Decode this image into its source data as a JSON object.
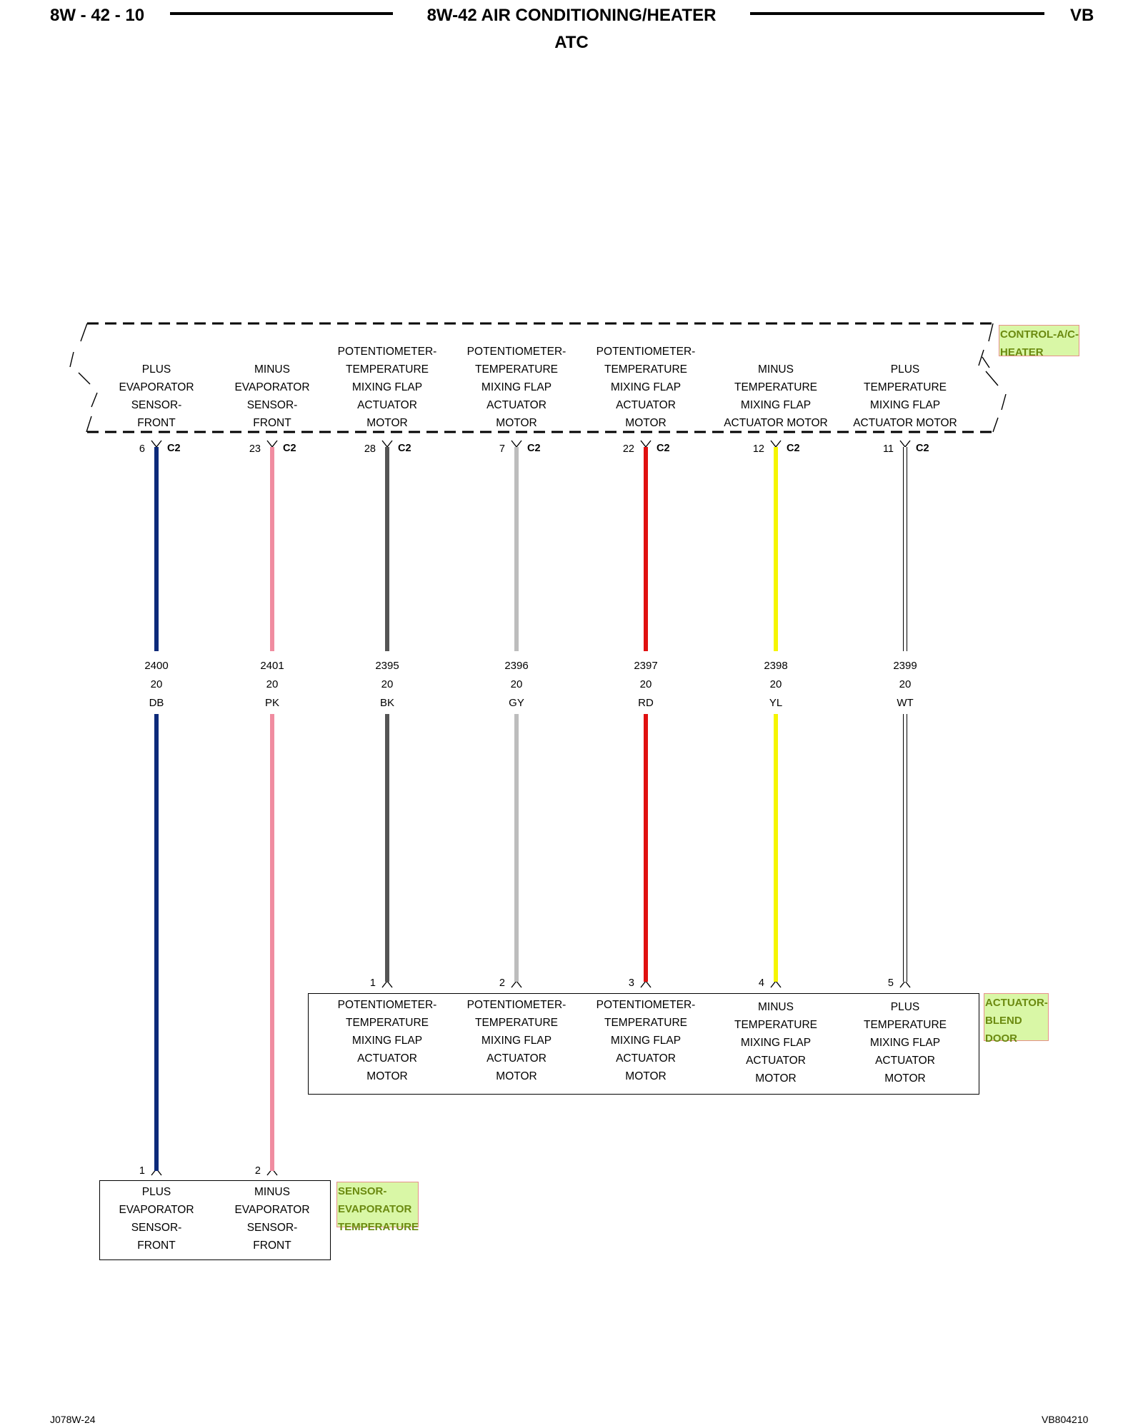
{
  "header": {
    "page_number": "8W - 42 - 10",
    "title": "8W-42 AIR CONDITIONING/HEATER",
    "subtitle": "ATC",
    "corner": "VB"
  },
  "footer": {
    "left": "J078W-24",
    "right": "VB804210"
  },
  "modules": {
    "control": {
      "tag": "CONTROL-A/C-\nHEATER",
      "connector": "C2",
      "pins": [
        {
          "pin": "6",
          "label": "PLUS\nEVAPORATOR\nSENSOR-\nFRONT"
        },
        {
          "pin": "23",
          "label": "MINUS\nEVAPORATOR\nSENSOR-\nFRONT"
        },
        {
          "pin": "28",
          "label": "POTENTIOMETER-\nTEMPERATURE\nMIXING FLAP\nACTUATOR\nMOTOR"
        },
        {
          "pin": "7",
          "label": "POTENTIOMETER-\nTEMPERATURE\nMIXING FLAP\nACTUATOR\nMOTOR"
        },
        {
          "pin": "22",
          "label": "POTENTIOMETER-\nTEMPERATURE\nMIXING FLAP\nACTUATOR\nMOTOR"
        },
        {
          "pin": "12",
          "label": "MINUS\nTEMPERATURE\nMIXING FLAP\nACTUATOR MOTOR"
        },
        {
          "pin": "11",
          "label": "PLUS\nTEMPERATURE\nMIXING FLAP\nACTUATOR MOTOR"
        }
      ]
    },
    "actuator": {
      "tag": "ACTUATOR-\nBLEND\nDOOR",
      "pins": [
        {
          "pin": "1",
          "label": "POTENTIOMETER-\nTEMPERATURE\nMIXING FLAP\nACTUATOR\nMOTOR"
        },
        {
          "pin": "2",
          "label": "POTENTIOMETER-\nTEMPERATURE\nMIXING FLAP\nACTUATOR\nMOTOR"
        },
        {
          "pin": "3",
          "label": "POTENTIOMETER-\nTEMPERATURE\nMIXING FLAP\nACTUATOR\nMOTOR"
        },
        {
          "pin": "4",
          "label": "MINUS\nTEMPERATURE\nMIXING FLAP\nACTUATOR\nMOTOR"
        },
        {
          "pin": "5",
          "label": "PLUS\nTEMPERATURE\nMIXING FLAP\nACTUATOR\nMOTOR"
        }
      ]
    },
    "sensor": {
      "tag": "SENSOR-\nEVAPORATOR\nTEMPERATURE",
      "pins": [
        {
          "pin": "1",
          "label": "PLUS\nEVAPORATOR\nSENSOR-\nFRONT"
        },
        {
          "pin": "2",
          "label": "MINUS\nEVAPORATOR\nSENSOR-\nFRONT"
        }
      ]
    }
  },
  "wires": [
    {
      "circuit": "2400",
      "gauge": "20",
      "color_code": "DB",
      "color": "#0d2a7a"
    },
    {
      "circuit": "2401",
      "gauge": "20",
      "color_code": "PK",
      "color": "#f08ca0"
    },
    {
      "circuit": "2395",
      "gauge": "20",
      "color_code": "BK",
      "color": "#555555"
    },
    {
      "circuit": "2396",
      "gauge": "20",
      "color_code": "GY",
      "color": "#bdbdbd"
    },
    {
      "circuit": "2397",
      "gauge": "20",
      "color_code": "RD",
      "color": "#e01010"
    },
    {
      "circuit": "2398",
      "gauge": "20",
      "color_code": "YL",
      "color": "#f5f500"
    },
    {
      "circuit": "2399",
      "gauge": "20",
      "color_code": "WT",
      "color": "#ffffff"
    }
  ]
}
